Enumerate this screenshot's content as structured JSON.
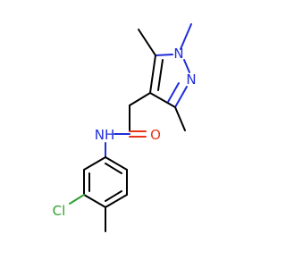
{
  "molecule": {
    "atoms": {
      "n1": {
        "label": "N",
        "color": "#1f2ddb"
      },
      "n2": {
        "label": "N",
        "color": "#1f2ddb"
      },
      "nh": {
        "label": "NH",
        "color": "#1f2ddb"
      },
      "o": {
        "label": "O",
        "color": "#e8341a"
      },
      "cl": {
        "label": "Cl",
        "color": "#2fa02f"
      }
    }
  }
}
